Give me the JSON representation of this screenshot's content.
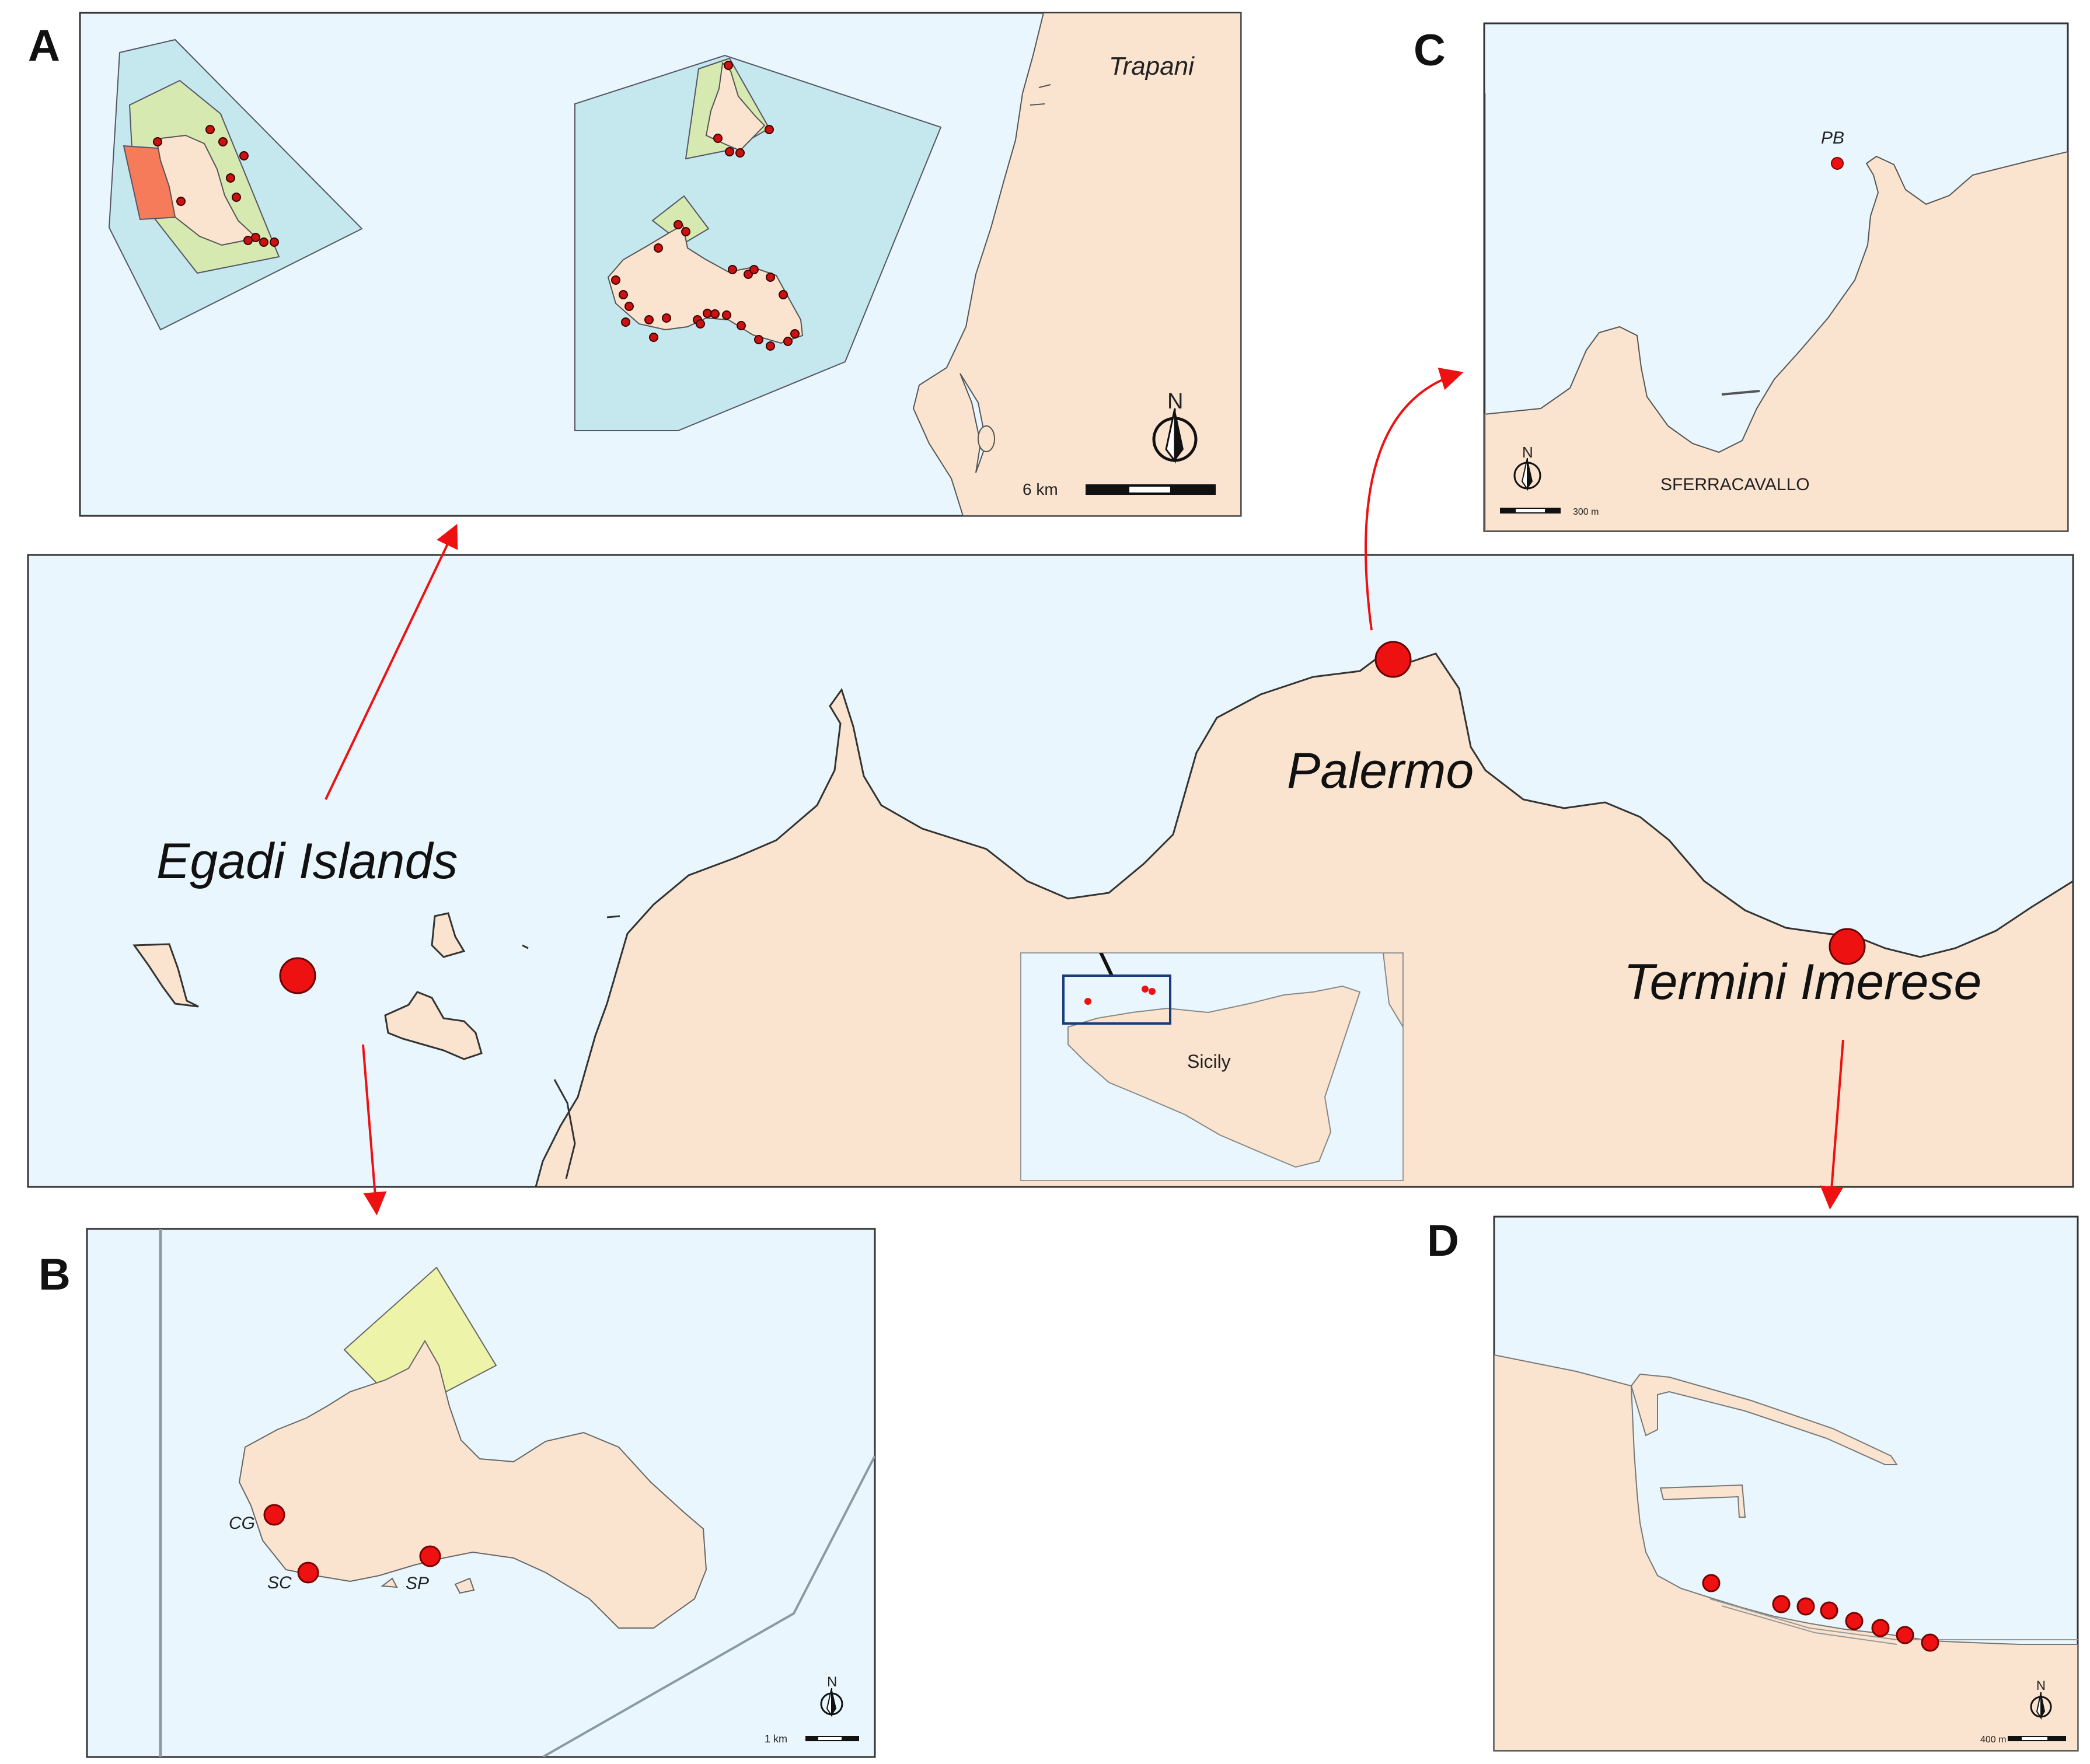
{
  "panels": {
    "a": {
      "letter": "A",
      "place": "Trapani",
      "scale": "6 km",
      "north": "N"
    },
    "b": {
      "letter": "B",
      "scale": "1 km",
      "north": "N",
      "sites": [
        "CG",
        "SC",
        "SP"
      ]
    },
    "c": {
      "letter": "C",
      "place": "SFERRACAVALLO",
      "scale": "300 m",
      "north": "N",
      "site": "PB"
    },
    "d": {
      "letter": "D",
      "scale": "400 m",
      "north": "N"
    }
  },
  "main_map": {
    "labels": [
      "Egadi Islands",
      "Palermo",
      "Termini Imerese"
    ],
    "inset_label": "Sicily"
  },
  "colors": {
    "sea": "#e9f6fd",
    "land": "#fae4cf",
    "mpa_zone_c": "#c5e7ee",
    "mpa_zone_b": "#d6e9b1",
    "mpa_zone_a": "#f57b5b",
    "zone_yellow": "#eef3aa",
    "site_marker": "#ee1111",
    "arrow": "#ee1111"
  }
}
